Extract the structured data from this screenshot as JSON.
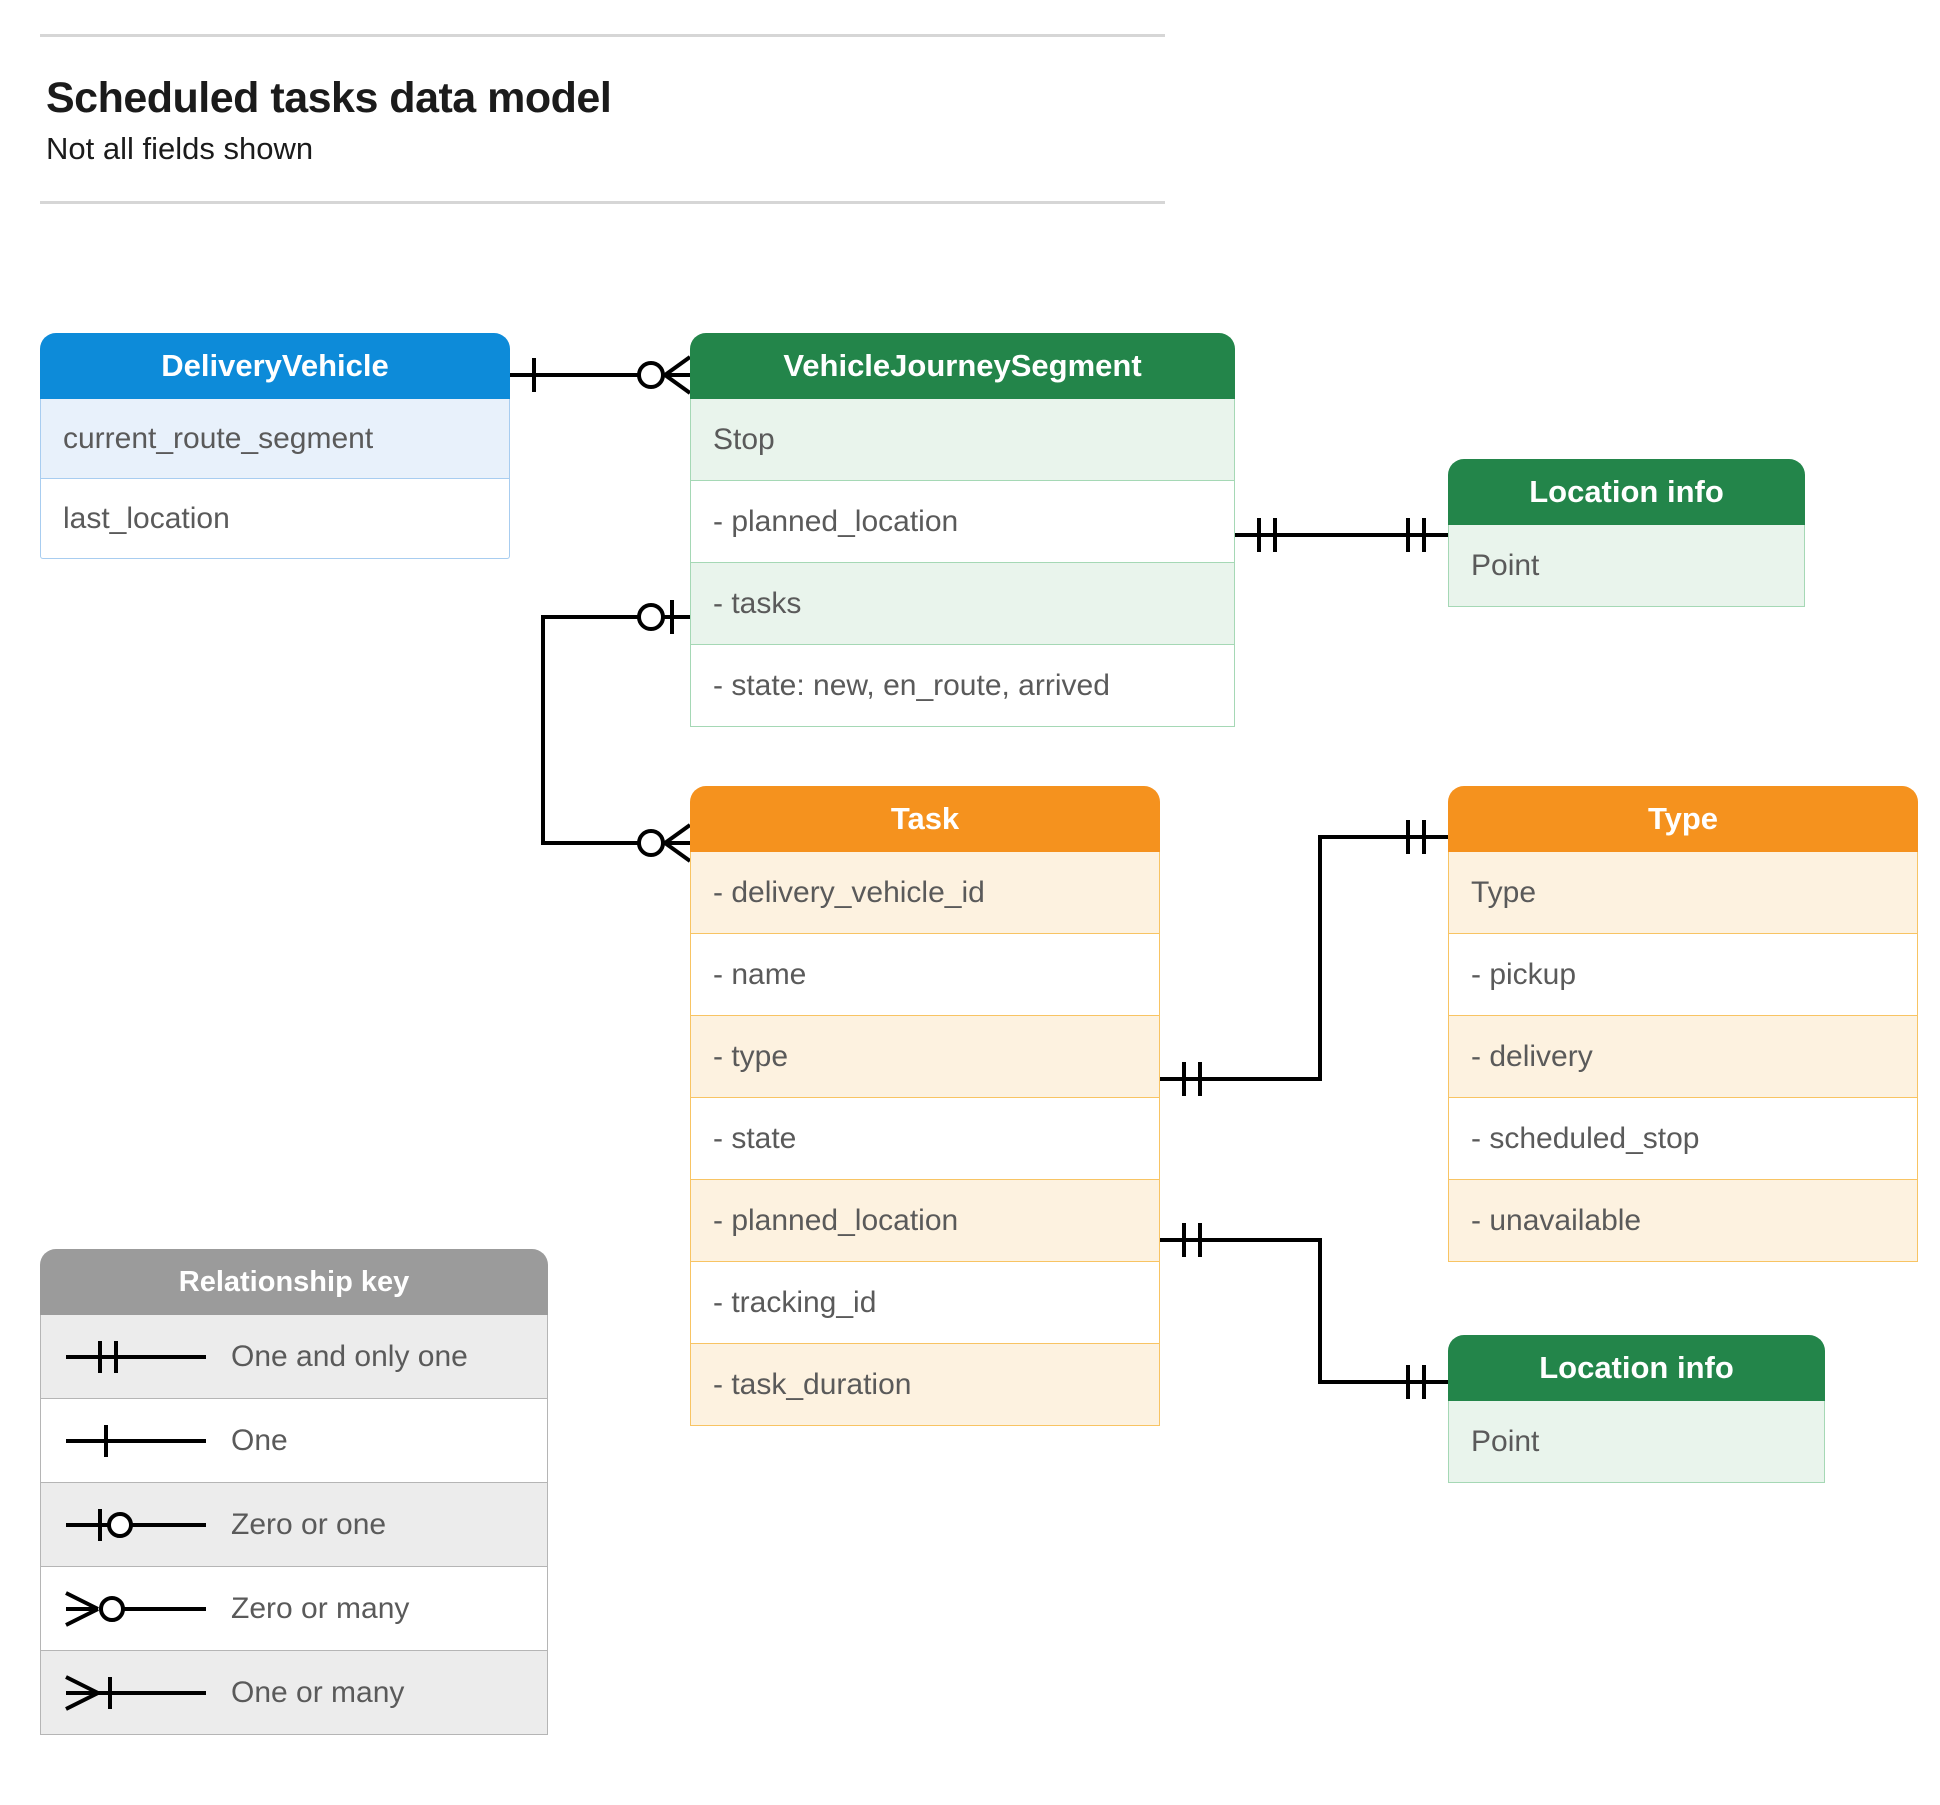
{
  "header": {
    "title": "Scheduled tasks data model",
    "subtitle": "Not all fields shown"
  },
  "entities": {
    "delivery_vehicle": {
      "name": "DeliveryVehicle",
      "color": "#0d8bd9",
      "rows": [
        "current_route_segment",
        "last_location"
      ]
    },
    "vehicle_journey_segment": {
      "name": "VehicleJourneySegment",
      "color": "#23854a",
      "rows": [
        "Stop",
        "-  planned_location",
        "- tasks",
        "- state: new, en_route, arrived"
      ]
    },
    "location_info_top": {
      "name": "Location info",
      "color": "#23854a",
      "rows": [
        "Point"
      ]
    },
    "task": {
      "name": "Task",
      "color": "#f5921e",
      "rows": [
        "- delivery_vehicle_id",
        "- name",
        "- type",
        "- state",
        "- planned_location",
        "- tracking_id",
        "- task_duration"
      ]
    },
    "type": {
      "name": "Type",
      "color": "#f5921e",
      "rows": [
        "Type",
        "-   pickup",
        "-  delivery",
        "-  scheduled_stop",
        "-  unavailable"
      ]
    },
    "location_info_bottom": {
      "name": "Location info",
      "color": "#23854a",
      "rows": [
        "Point"
      ]
    }
  },
  "legend": {
    "title": "Relationship key",
    "header_color": "#9b9b9b",
    "items": [
      {
        "symbol": "one-and-only-one",
        "label": "One and only one"
      },
      {
        "symbol": "one",
        "label": "One"
      },
      {
        "symbol": "zero-or-one",
        "label": "Zero or one"
      },
      {
        "symbol": "zero-or-many",
        "label": "Zero or many"
      },
      {
        "symbol": "one-or-many",
        "label": "One or many"
      }
    ]
  },
  "relationships": [
    {
      "from": "DeliveryVehicle",
      "to": "VehicleJourneySegment",
      "from_notation": "one",
      "to_notation": "zero-or-many"
    },
    {
      "from": "VehicleJourneySegment.planned_location",
      "to": "Location info",
      "from_notation": "one-and-only-one",
      "to_notation": "one-and-only-one"
    },
    {
      "from": "VehicleJourneySegment.tasks",
      "to": "Task",
      "from_notation": "zero-or-one",
      "to_notation": "zero-or-many"
    },
    {
      "from": "Task.type",
      "to": "Type",
      "from_notation": "one-and-only-one",
      "to_notation": "one-and-only-one"
    },
    {
      "from": "Task.planned_location",
      "to": "Location info",
      "from_notation": "one-and-only-one",
      "to_notation": "one-and-only-one"
    }
  ]
}
